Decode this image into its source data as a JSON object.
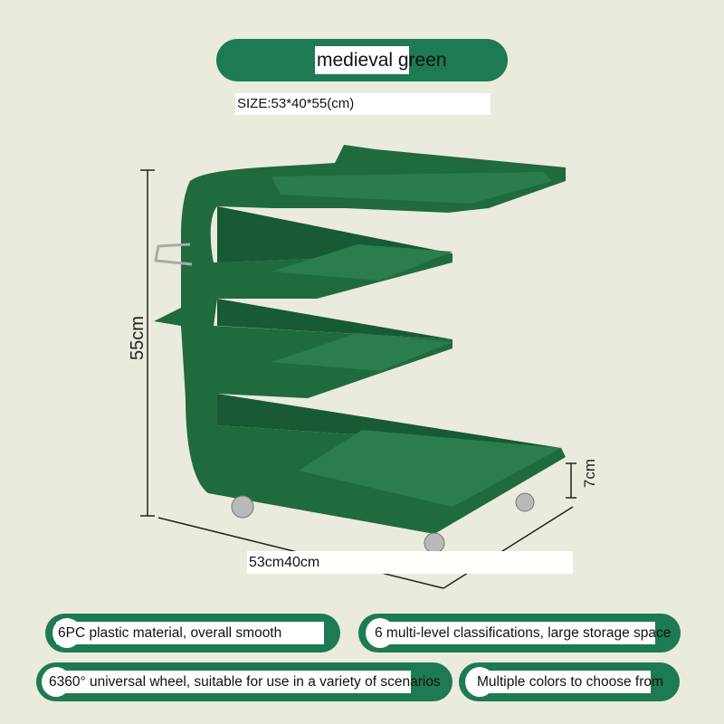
{
  "header": {
    "color_name": "medieval green",
    "size": "SIZE:53*40*55(cm)"
  },
  "dimensions": {
    "height": "55cm",
    "width_depth": "53cm40cm",
    "wheel_height": "7cm"
  },
  "features": [
    "6PC plastic material, overall smooth",
    "6 multi-level classifications, large storage space",
    "6360° universal wheel, suitable for use in a variety of scenarios",
    "Multiple colors to choose from"
  ],
  "colors": {
    "background": "#eaebdc",
    "accent": "#1d7a53",
    "product": "#1f6b3e"
  }
}
